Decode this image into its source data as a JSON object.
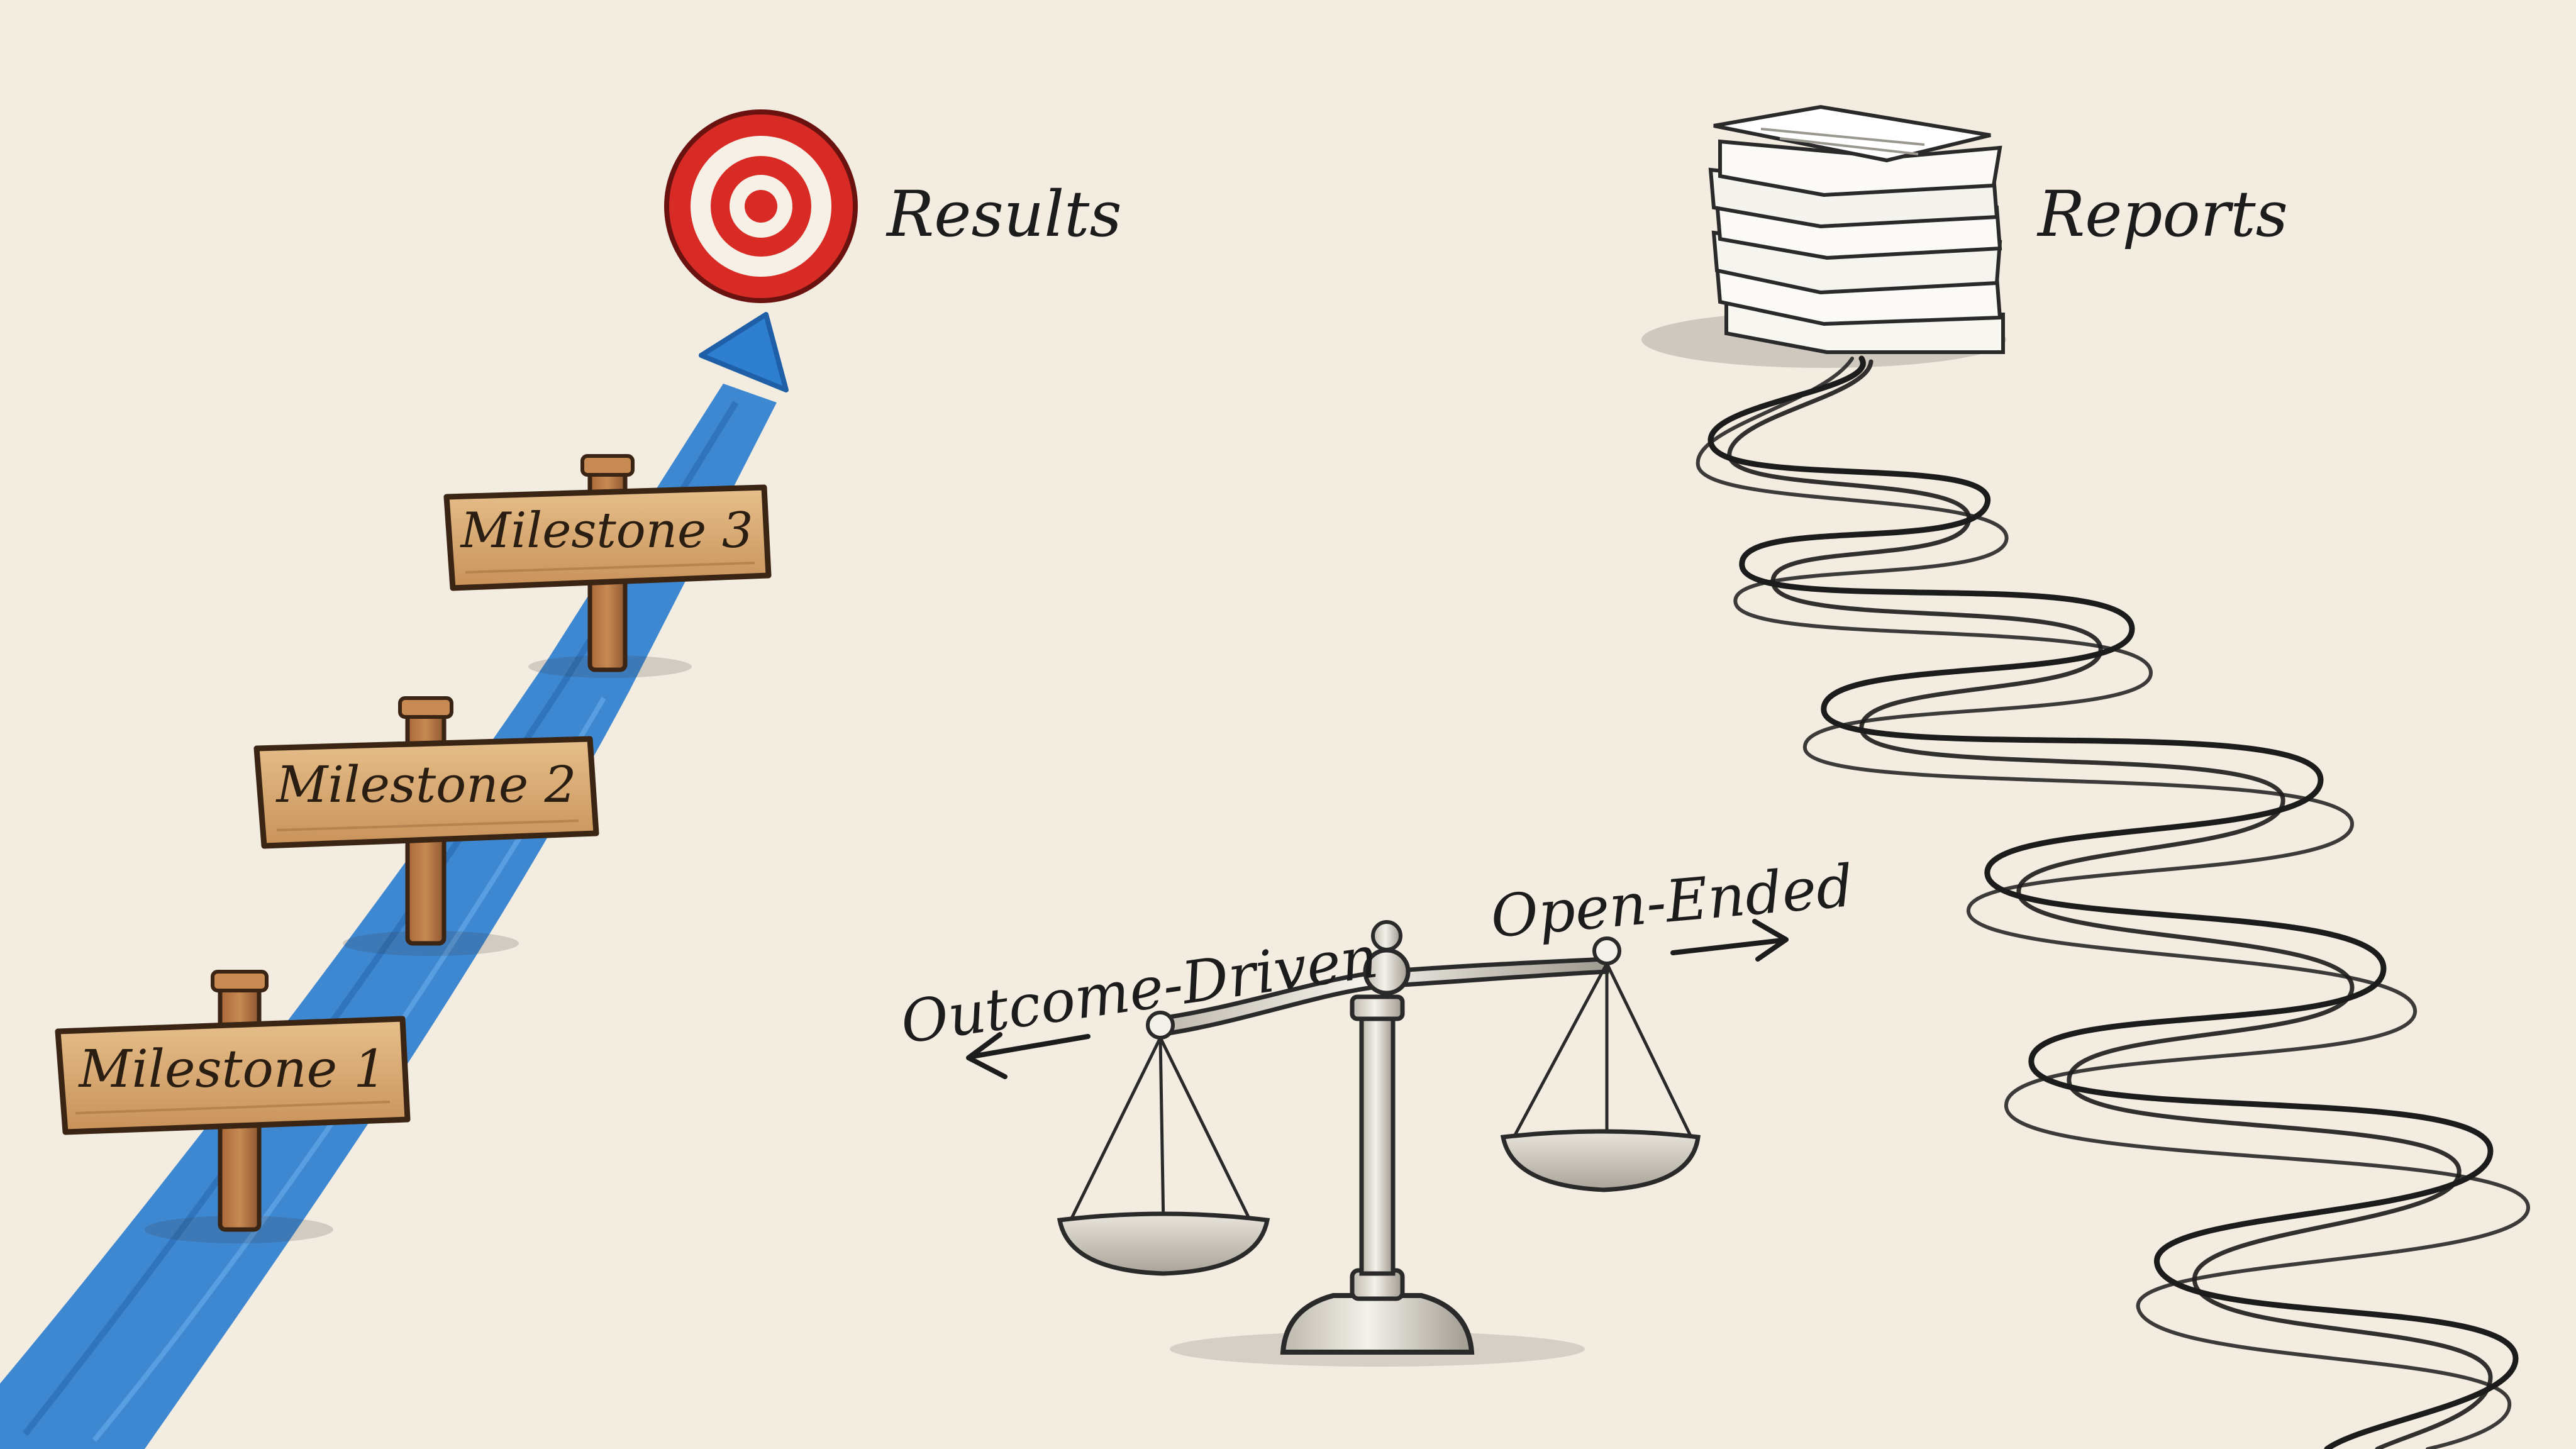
{
  "milestones": [
    "Milestone 1",
    "Milestone 2",
    "Milestone 3"
  ],
  "results_label": "Results",
  "reports_label": "Reports",
  "scale": {
    "left_label": "Outcome-Driven",
    "right_label": "Open-Ended"
  },
  "icons": {
    "target": "target-icon",
    "paper_stack": "paper-stack-icon",
    "balance_scale": "balance-scale-icon",
    "signpost": "signpost-icon"
  },
  "colors": {
    "paper": "#f3ece0",
    "path_blue": "#2f7fd0",
    "target_red": "#d92b25",
    "wood": "#d8ab73",
    "ink": "#1c1c1c"
  }
}
